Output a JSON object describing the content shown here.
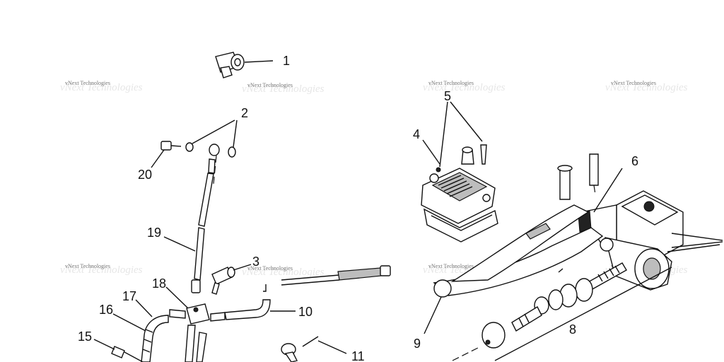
{
  "watermark": {
    "text": "vNext Technologies"
  },
  "callouts": [
    "1",
    "2",
    "3",
    "4",
    "5",
    "6",
    "8",
    "9",
    "10",
    "11",
    "15",
    "16",
    "17",
    "18",
    "19",
    "20"
  ],
  "colors": {
    "line": "#111111",
    "background": "#ffffff",
    "watermark": "#777777"
  }
}
